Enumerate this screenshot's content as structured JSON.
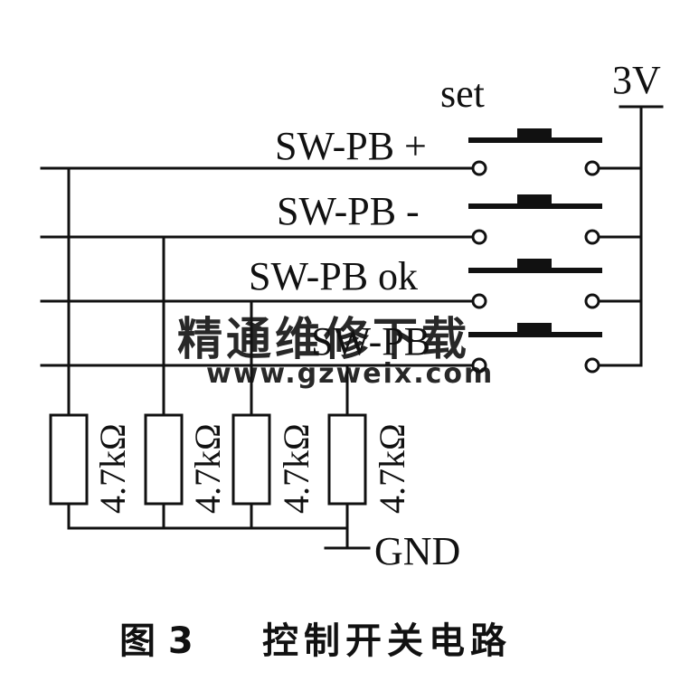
{
  "diagram": {
    "supply_label": "3V",
    "ground_label": "GND",
    "switches": [
      {
        "label": "SW-PB +"
      },
      {
        "label": "SW-PB -"
      },
      {
        "label": "SW-PB ok"
      },
      {
        "label": "SW-PB"
      }
    ],
    "top_label": "set",
    "resistors": [
      {
        "label": "4.7kΩ"
      },
      {
        "label": "4.7kΩ"
      },
      {
        "label": "4.7kΩ"
      },
      {
        "label": "4.7kΩ"
      }
    ]
  },
  "caption": {
    "figure_number": "图 3",
    "title": "控制开关电路"
  },
  "watermark": {
    "text": "精通维修下载",
    "url": "www.gzweix.com",
    "color": "#e9a27c"
  },
  "colors": {
    "ink": "#111111",
    "background": "#ffffff"
  }
}
